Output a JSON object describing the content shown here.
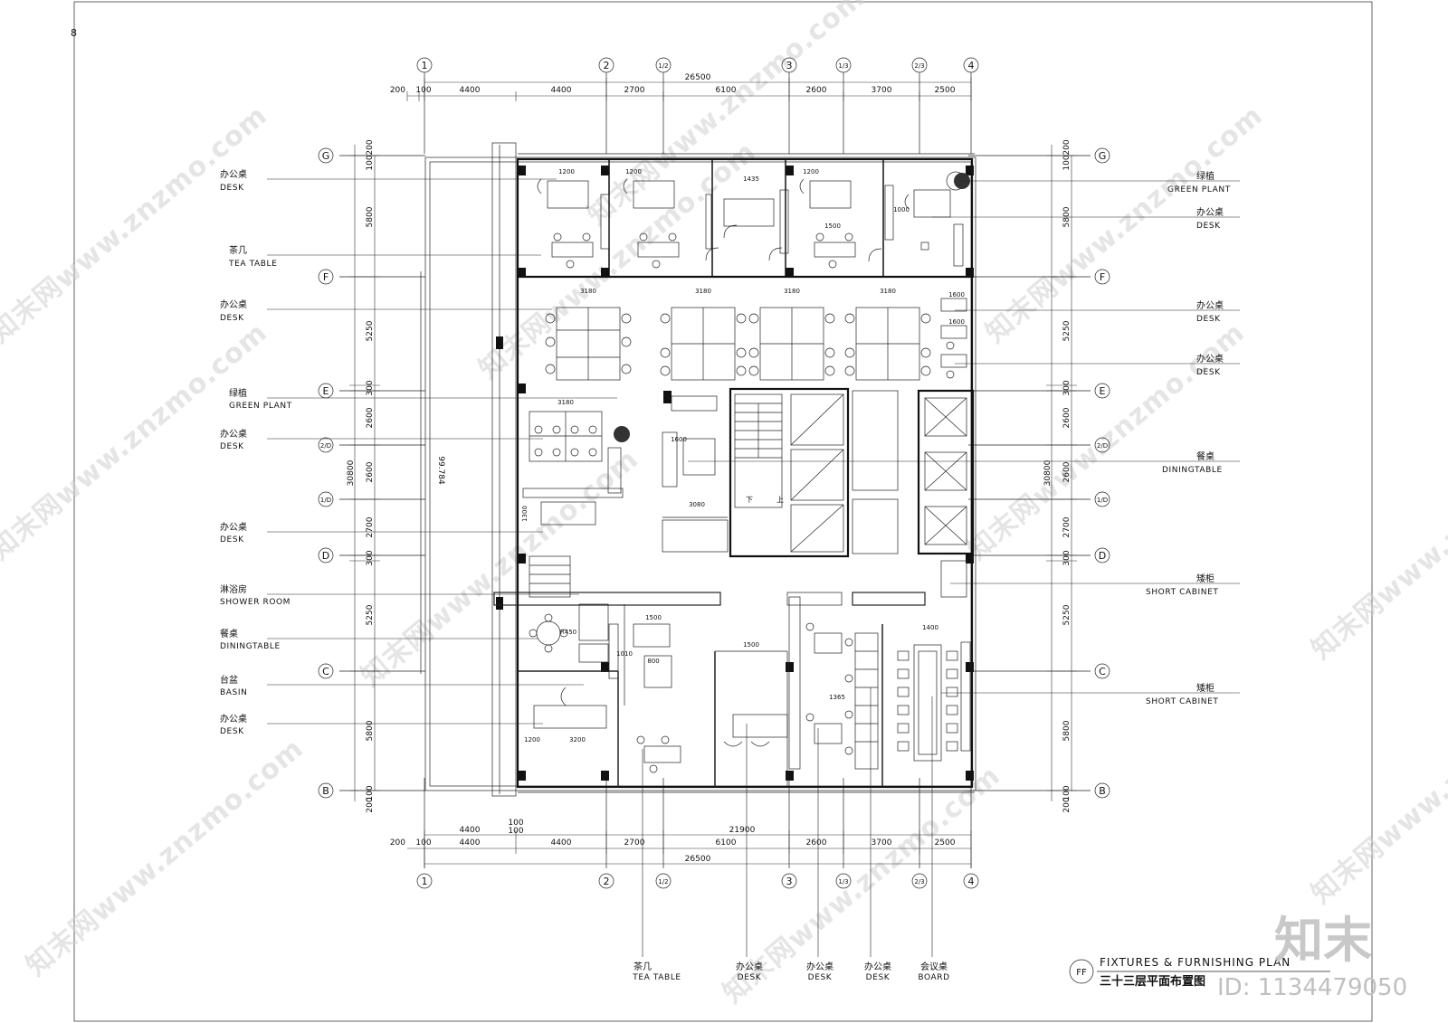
{
  "drawing": {
    "title_en": "FIXTURES & FURNISHING PLAN",
    "title_cn": "三十三层平面布置图",
    "badge": "FF",
    "brand": "知末",
    "id_text": "ID: 1134479050",
    "watermark": "知末网www.znzmo.com",
    "corner_mark": "8",
    "slope_text": "99.784"
  },
  "grid": {
    "columns": [
      "1",
      "2",
      "1/2",
      "3",
      "1/3",
      "2/3",
      "4"
    ],
    "rows": [
      "G",
      "F",
      "E",
      "2/D",
      "1/D",
      "D",
      "C",
      "B"
    ]
  },
  "dimensions": {
    "top_overall": "26500",
    "top_segments": [
      "200",
      "100",
      "4400",
      "4400",
      "2700",
      "6100",
      "2600",
      "3700",
      "2500"
    ],
    "bottom_overall_inner": "21900",
    "bottom_overall": "26500",
    "bottom_segments": [
      "200",
      "100",
      "4400",
      "4400",
      "2700",
      "6100",
      "2600",
      "3700",
      "2500"
    ],
    "bottom_extra": [
      "4400",
      "100",
      "100"
    ],
    "side_overall": "30800",
    "side_segments": [
      "200",
      "100",
      "5800",
      "5250",
      "300",
      "2600",
      "2600",
      "2700",
      "300",
      "5250",
      "5800",
      "100",
      "200"
    ]
  },
  "left_labels": [
    {
      "cn": "办公桌",
      "en": "DESK"
    },
    {
      "cn": "茶几",
      "en": "TEA TABLE"
    },
    {
      "cn": "办公桌",
      "en": "DESK"
    },
    {
      "cn": "绿植",
      "en": "GREEN PLANT"
    },
    {
      "cn": "办公桌",
      "en": "DESK"
    },
    {
      "cn": "办公桌",
      "en": "DESK"
    },
    {
      "cn": "淋浴房",
      "en": "SHOWER ROOM"
    },
    {
      "cn": "餐桌",
      "en": "DININGTABLE"
    },
    {
      "cn": "台盆",
      "en": "BASIN"
    },
    {
      "cn": "办公桌",
      "en": "DESK"
    }
  ],
  "right_labels": [
    {
      "cn": "绿植",
      "en": "GREEN PLANT"
    },
    {
      "cn": "办公桌",
      "en": "DESK"
    },
    {
      "cn": "办公桌",
      "en": "DESK"
    },
    {
      "cn": "办公桌",
      "en": "DESK"
    },
    {
      "cn": "餐桌",
      "en": "DININGTABLE"
    },
    {
      "cn": "矮柜",
      "en": "SHORT CABINET"
    },
    {
      "cn": "矮柜",
      "en": "SHORT CABINET"
    }
  ],
  "bottom_labels": [
    {
      "cn": "茶几",
      "en": "TEA TABLE"
    },
    {
      "cn": "办公桌",
      "en": "DESK"
    },
    {
      "cn": "办公桌",
      "en": "DESK"
    },
    {
      "cn": "办公桌",
      "en": "DESK"
    },
    {
      "cn": "会议桌",
      "en": "BOARD"
    }
  ],
  "interior_dims": [
    "3180",
    "3180",
    "3180",
    "3180",
    "3180",
    "1600",
    "1600",
    "1600",
    "3080",
    "1500",
    "1500",
    "1435",
    "1200",
    "1200",
    "1200",
    "1000",
    "1500",
    "1400",
    "1365",
    "3200",
    "1200",
    "800",
    "1010",
    "R450",
    "1300"
  ]
}
